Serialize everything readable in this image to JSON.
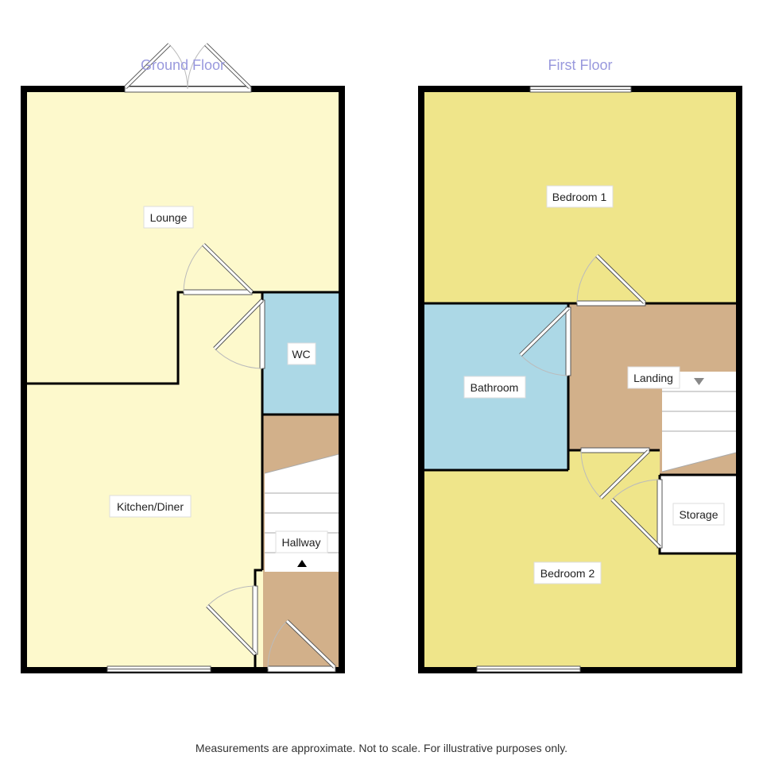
{
  "floors": {
    "ground": {
      "title": "Ground Floor",
      "rooms": {
        "lounge": "Lounge",
        "wc": "WC",
        "kitchen": "Kitchen/Diner",
        "hallway": "Hallway"
      }
    },
    "first": {
      "title": "First Floor",
      "rooms": {
        "bedroom1": "Bedroom 1",
        "bathroom": "Bathroom",
        "landing": "Landing",
        "storage": "Storage",
        "bedroom2": "Bedroom 2"
      }
    }
  },
  "disclaimer": "Measurements are approximate. Not to scale. For illustrative purposes only.",
  "colors": {
    "title": "#9999dd",
    "wall": "#000000",
    "ground_room": "#fdf9cc",
    "wc": "#acd8e6",
    "hall": "#d2b08a",
    "bedroom": "#efe58a",
    "bathroom": "#acd8e6",
    "landing": "#d2b08a",
    "storage": "#ffffff"
  }
}
